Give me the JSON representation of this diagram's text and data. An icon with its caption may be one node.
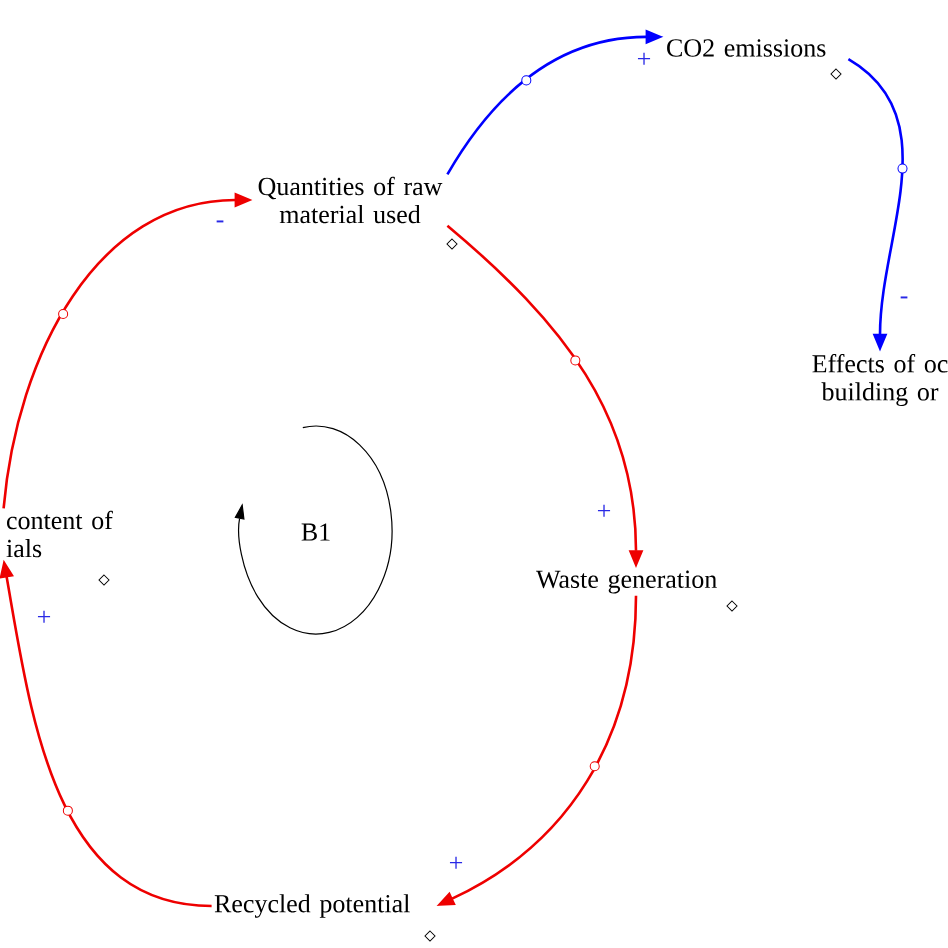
{
  "diagram": {
    "nodes": [
      {
        "text": [
          "Quantities of raw material used"
        ]
      },
      {
        "text": [
          "CO2 emissions"
        ]
      },
      {
        "text": [
          "Effects of oc building or"
        ]
      },
      {
        "text": [
          "Waste generation"
        ]
      },
      {
        "text": [
          "Recycled potential"
        ]
      },
      {
        "text": [
          "content of ials"
        ]
      }
    ],
    "edges": [
      {
        "from": 0,
        "to": 1,
        "arrow": "to",
        "label": "+",
        "color": "#0000ff"
      },
      {
        "from": 1,
        "to": 2,
        "arrow": "to",
        "label": "-",
        "color": "#0000ff"
      },
      {
        "from": 0,
        "to": 3,
        "arrow": "to",
        "label": "+"
      },
      {
        "from": 3,
        "to": 4,
        "arrow": "to",
        "label": "+"
      },
      {
        "from": 4,
        "to": 5,
        "arrow": "to",
        "label": "+"
      },
      {
        "from": 5,
        "to": 0,
        "arrow": "to",
        "label": "-"
      }
    ],
    "labels": [
      "B1"
    ]
  }
}
